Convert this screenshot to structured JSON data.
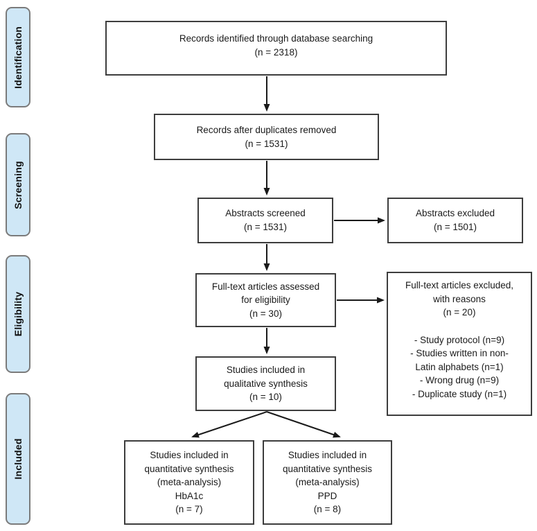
{
  "sidebar": {
    "labels": [
      "Identification",
      "Screening",
      "Eligibility",
      "Included"
    ]
  },
  "boxes": {
    "records_identified": [
      "Records identified through database searching",
      "(n = 2318)"
    ],
    "records_after_duplicates": [
      "Records after duplicates removed",
      "(n = 1531)"
    ],
    "abstracts_screened": [
      "Abstracts screened",
      "(n = 1531)"
    ],
    "abstracts_excluded": [
      "Abstracts excluded",
      "(n = 1501)"
    ],
    "fulltext_assessed": [
      "Full-text articles assessed",
      "for eligibility",
      "(n = 30)"
    ],
    "fulltext_excluded_header": [
      "Full-text articles excluded,",
      "with reasons",
      "(n = 20)"
    ],
    "fulltext_excluded_reasons": [
      "- Study protocol (n=9)",
      "- Studies written in non-",
      "Latin alphabets (n=1)",
      "- Wrong drug (n=9)",
      "- Duplicate study (n=1)"
    ],
    "qualitative_synthesis": [
      "Studies included in",
      "qualitative synthesis",
      "(n = 10)"
    ],
    "quantitative_hba1c": [
      "Studies included in",
      "quantitative synthesis",
      "(meta-analysis)",
      "HbA1c",
      "(n = 7)"
    ],
    "quantitative_ppd": [
      "Studies included in",
      "quantitative synthesis",
      "(meta-analysis)",
      "PPD",
      "(n = 8)"
    ]
  },
  "colors": {
    "stage_fill": "#cfe7f6",
    "stage_border": "#7b7b7b",
    "box_border": "#3d3d3d",
    "arrow": "#1a1a1a"
  }
}
